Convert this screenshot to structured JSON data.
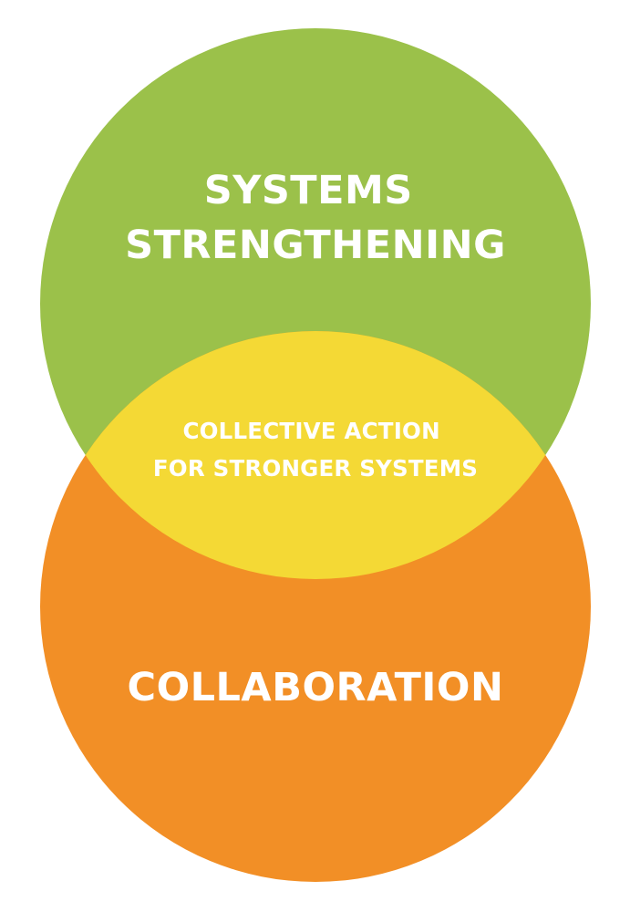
{
  "diagram": {
    "type": "venn",
    "top_circle": {
      "lines": [
        "SYSTEMS",
        "STRENGTHENING"
      ],
      "color": "#9bc14a"
    },
    "bottom_circle": {
      "lines": [
        "COLLABORATION"
      ],
      "color": "#f28f26"
    },
    "intersection": {
      "lines": [
        "COLLECTIVE ACTION",
        "FOR STRONGER SYSTEMS"
      ],
      "color": "#f4d935"
    },
    "text_color": "#ffffff"
  }
}
